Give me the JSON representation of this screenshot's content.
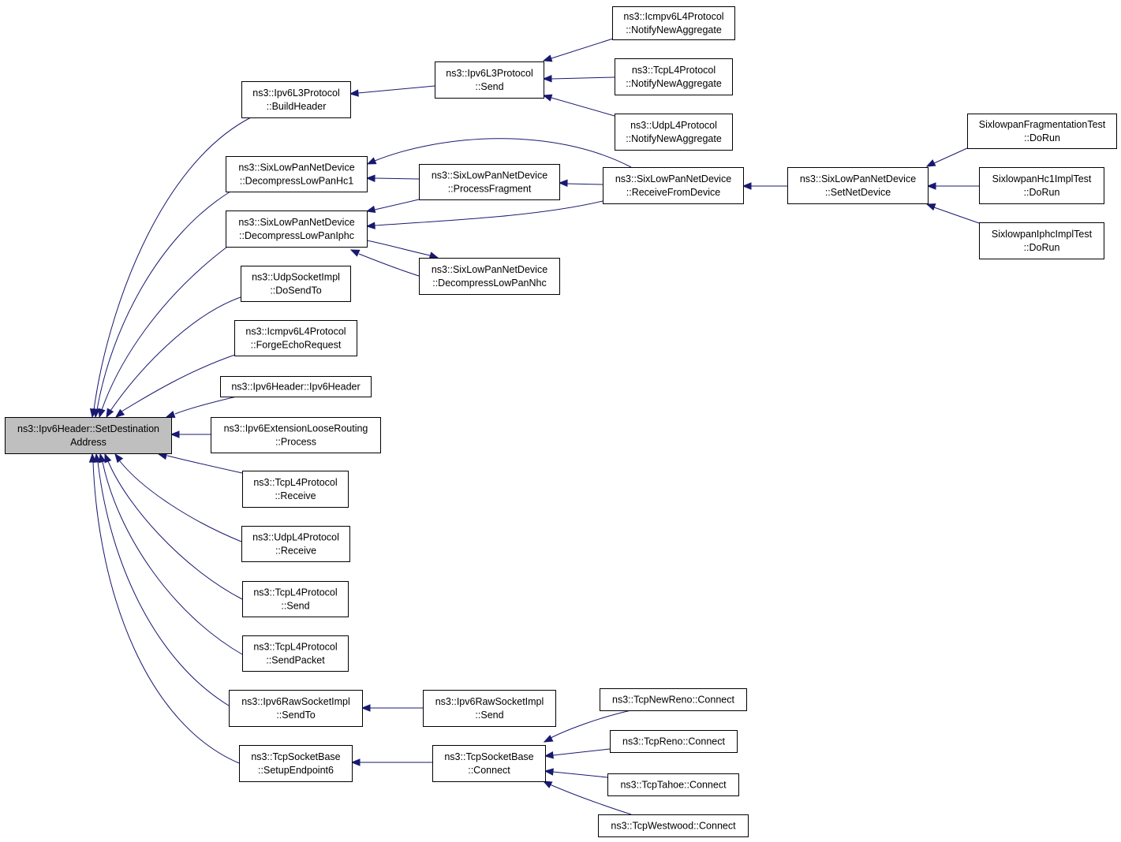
{
  "nodes": [
    {
      "id": "root",
      "lines": [
        "ns3::Ipv6Header::SetDestination",
        "Address"
      ],
      "root": true
    },
    {
      "id": "ipv6l3-buildheader",
      "lines": [
        "ns3::Ipv6L3Protocol",
        "::BuildHeader"
      ]
    },
    {
      "id": "ipv6l3-send",
      "lines": [
        "ns3::Ipv6L3Protocol",
        "::Send"
      ]
    },
    {
      "id": "icmpv6-notify",
      "lines": [
        "ns3::Icmpv6L4Protocol",
        "::NotifyNewAggregate"
      ]
    },
    {
      "id": "tcpl4-notify",
      "lines": [
        "ns3::TcpL4Protocol",
        "::NotifyNewAggregate"
      ]
    },
    {
      "id": "udpl4-notify",
      "lines": [
        "ns3::UdpL4Protocol",
        "::NotifyNewAggregate"
      ]
    },
    {
      "id": "slpnd-hc1",
      "lines": [
        "ns3::SixLowPanNetDevice",
        "::DecompressLowPanHc1"
      ]
    },
    {
      "id": "slpnd-iphc",
      "lines": [
        "ns3::SixLowPanNetDevice",
        "::DecompressLowPanIphc"
      ]
    },
    {
      "id": "slpnd-procfrag",
      "lines": [
        "ns3::SixLowPanNetDevice",
        "::ProcessFragment"
      ]
    },
    {
      "id": "slpnd-nhc",
      "lines": [
        "ns3::SixLowPanNetDevice",
        "::DecompressLowPanNhc"
      ]
    },
    {
      "id": "slpnd-recv",
      "lines": [
        "ns3::SixLowPanNetDevice",
        "::ReceiveFromDevice"
      ]
    },
    {
      "id": "slpnd-setnet",
      "lines": [
        "ns3::SixLowPanNetDevice",
        "::SetNetDevice"
      ]
    },
    {
      "id": "six-fragtest",
      "lines": [
        "SixlowpanFragmentationTest",
        "::DoRun"
      ]
    },
    {
      "id": "six-hc1test",
      "lines": [
        "SixlowpanHc1ImplTest",
        "::DoRun"
      ]
    },
    {
      "id": "six-iphctest",
      "lines": [
        "SixlowpanIphcImplTest",
        "::DoRun"
      ]
    },
    {
      "id": "udpsock-dosendto",
      "lines": [
        "ns3::UdpSocketImpl",
        "::DoSendTo"
      ]
    },
    {
      "id": "icmpv6-forge",
      "lines": [
        "ns3::Icmpv6L4Protocol",
        "::ForgeEchoRequest"
      ]
    },
    {
      "id": "ipv6header-ctor",
      "lines": [
        "ns3::Ipv6Header::Ipv6Header"
      ]
    },
    {
      "id": "ipv6ext-process",
      "lines": [
        "ns3::Ipv6ExtensionLooseRouting",
        "::Process"
      ]
    },
    {
      "id": "tcpl4-receive",
      "lines": [
        "ns3::TcpL4Protocol",
        "::Receive"
      ]
    },
    {
      "id": "udpl4-receive",
      "lines": [
        "ns3::UdpL4Protocol",
        "::Receive"
      ]
    },
    {
      "id": "tcpl4-send",
      "lines": [
        "ns3::TcpL4Protocol",
        "::Send"
      ]
    },
    {
      "id": "tcpl4-sendpacket",
      "lines": [
        "ns3::TcpL4Protocol",
        "::SendPacket"
      ]
    },
    {
      "id": "ipv6raw-sendto",
      "lines": [
        "ns3::Ipv6RawSocketImpl",
        "::SendTo"
      ]
    },
    {
      "id": "ipv6raw-send",
      "lines": [
        "ns3::Ipv6RawSocketImpl",
        "::Send"
      ]
    },
    {
      "id": "tcpsock-setup",
      "lines": [
        "ns3::TcpSocketBase",
        "::SetupEndpoint6"
      ]
    },
    {
      "id": "tcpsock-connect",
      "lines": [
        "ns3::TcpSocketBase",
        "::Connect"
      ]
    },
    {
      "id": "newreno-connect",
      "lines": [
        "ns3::TcpNewReno::Connect"
      ]
    },
    {
      "id": "reno-connect",
      "lines": [
        "ns3::TcpReno::Connect"
      ]
    },
    {
      "id": "tahoe-connect",
      "lines": [
        "ns3::TcpTahoe::Connect"
      ]
    },
    {
      "id": "westwood-connect",
      "lines": [
        "ns3::TcpWestwood::Connect"
      ]
    }
  ],
  "edges": [
    [
      "ipv6l3-buildheader",
      "root"
    ],
    [
      "slpnd-hc1",
      "root"
    ],
    [
      "slpnd-iphc",
      "root"
    ],
    [
      "udpsock-dosendto",
      "root"
    ],
    [
      "icmpv6-forge",
      "root"
    ],
    [
      "ipv6header-ctor",
      "root"
    ],
    [
      "ipv6ext-process",
      "root"
    ],
    [
      "tcpl4-receive",
      "root"
    ],
    [
      "udpl4-receive",
      "root"
    ],
    [
      "tcpl4-send",
      "root"
    ],
    [
      "tcpl4-sendpacket",
      "root"
    ],
    [
      "ipv6raw-sendto",
      "root"
    ],
    [
      "tcpsock-setup",
      "root"
    ],
    [
      "ipv6l3-send",
      "ipv6l3-buildheader"
    ],
    [
      "icmpv6-notify",
      "ipv6l3-send"
    ],
    [
      "tcpl4-notify",
      "ipv6l3-send"
    ],
    [
      "udpl4-notify",
      "ipv6l3-send"
    ],
    [
      "slpnd-procfrag",
      "slpnd-hc1"
    ],
    [
      "slpnd-recv",
      "slpnd-hc1"
    ],
    [
      "slpnd-procfrag",
      "slpnd-iphc"
    ],
    [
      "slpnd-recv",
      "slpnd-iphc"
    ],
    [
      "slpnd-nhc",
      "slpnd-iphc"
    ],
    [
      "slpnd-iphc",
      "slpnd-nhc"
    ],
    [
      "slpnd-recv",
      "slpnd-procfrag"
    ],
    [
      "slpnd-setnet",
      "slpnd-recv"
    ],
    [
      "six-fragtest",
      "slpnd-setnet"
    ],
    [
      "six-hc1test",
      "slpnd-setnet"
    ],
    [
      "six-iphctest",
      "slpnd-setnet"
    ],
    [
      "ipv6raw-send",
      "ipv6raw-sendto"
    ],
    [
      "tcpsock-connect",
      "tcpsock-setup"
    ],
    [
      "newreno-connect",
      "tcpsock-connect"
    ],
    [
      "reno-connect",
      "tcpsock-connect"
    ],
    [
      "tahoe-connect",
      "tcpsock-connect"
    ],
    [
      "westwood-connect",
      "tcpsock-connect"
    ]
  ]
}
